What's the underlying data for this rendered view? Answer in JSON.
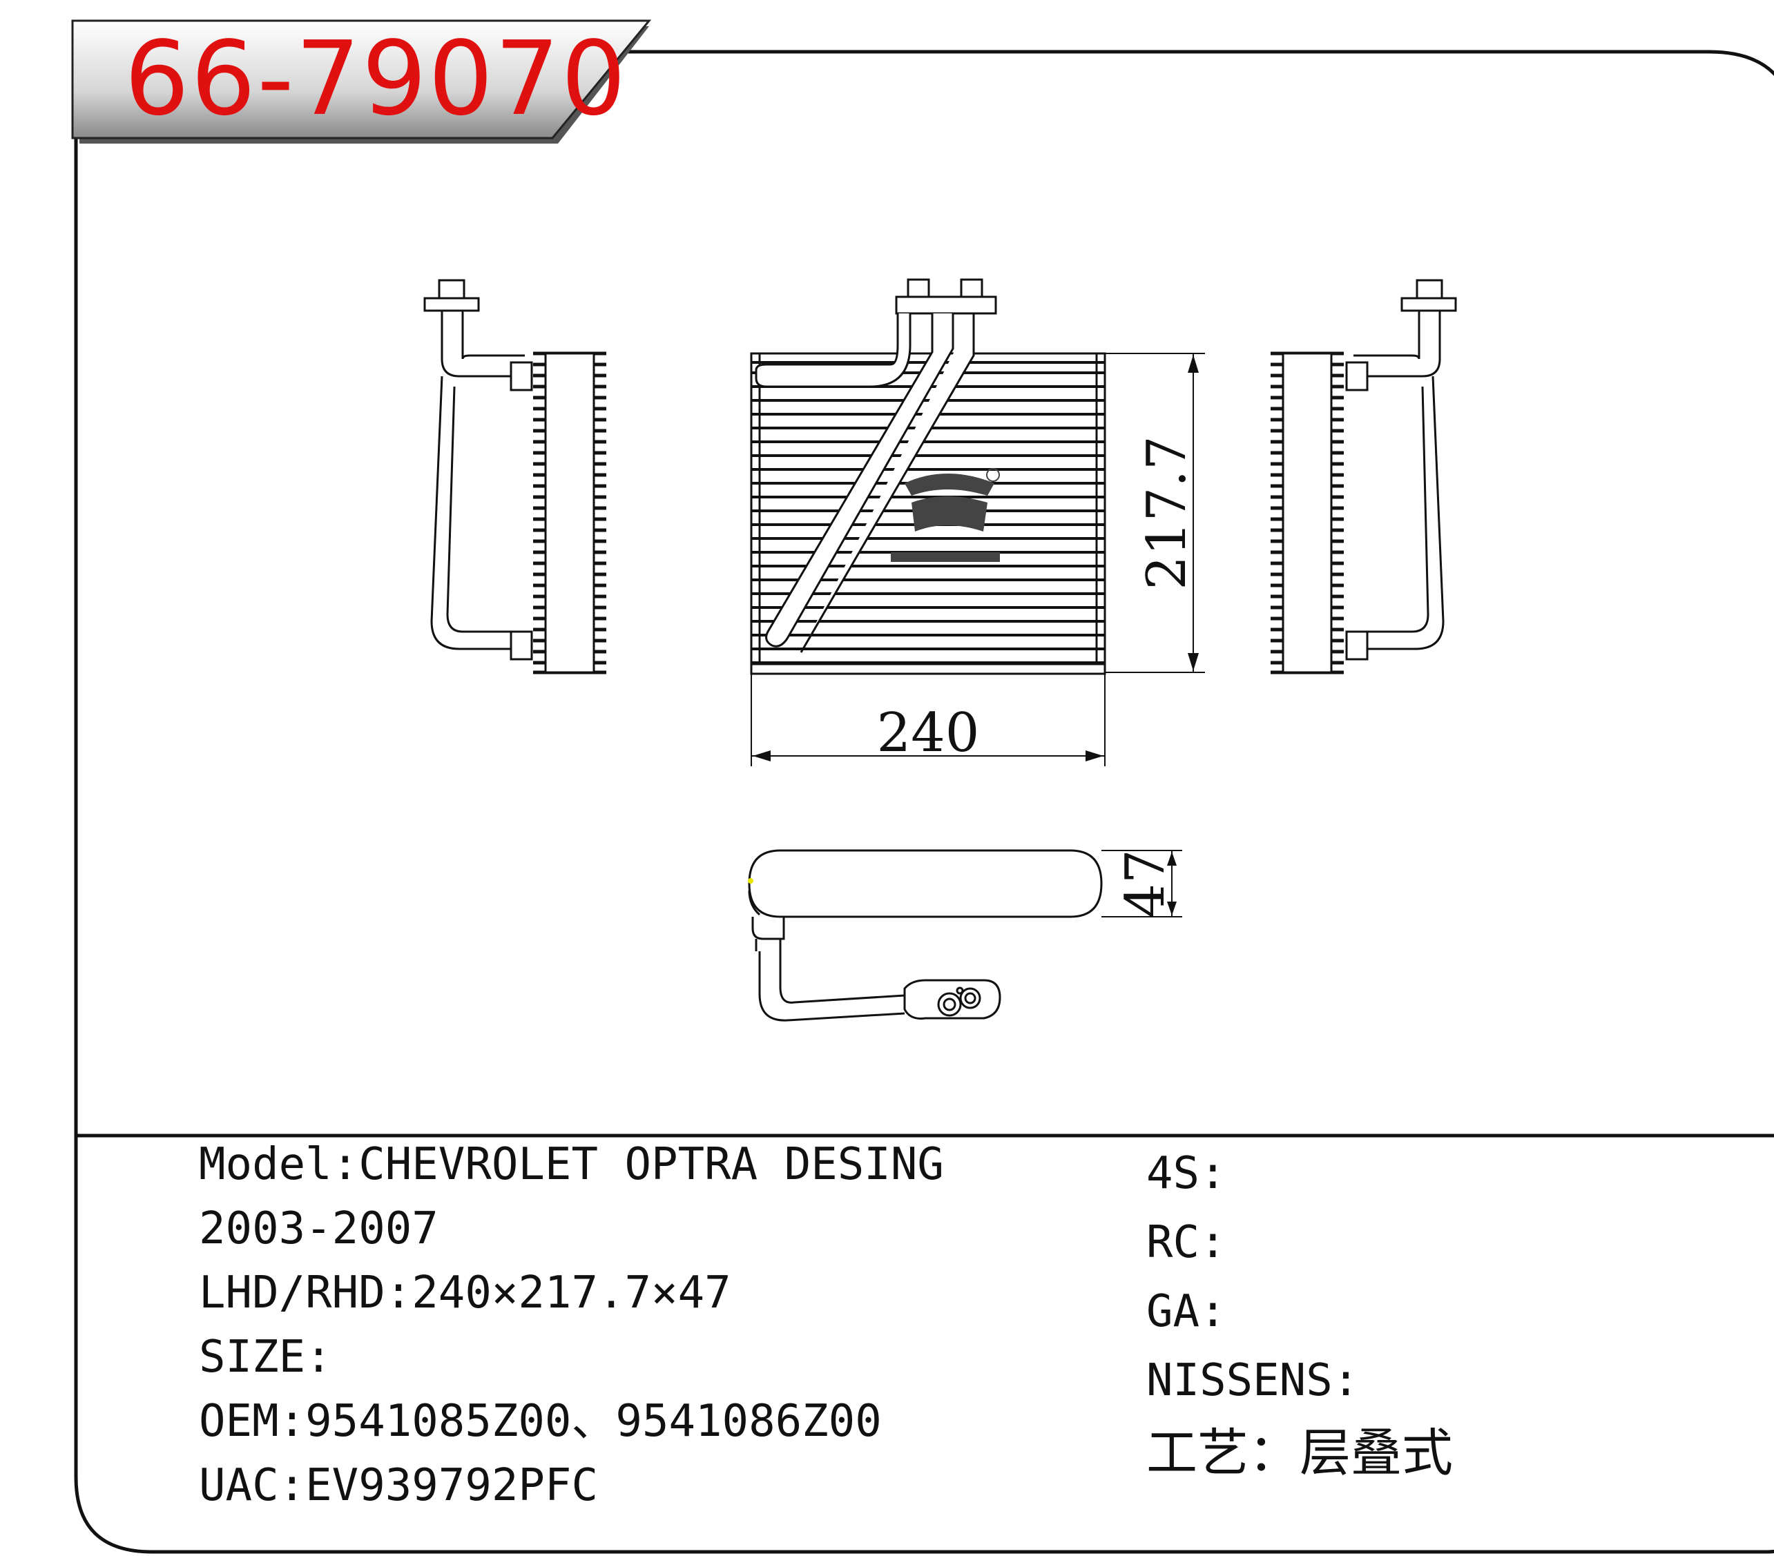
{
  "part_number": "66-79070",
  "dimensions": {
    "width": "240",
    "height": "217.7",
    "depth": "47"
  },
  "specs": {
    "model_label": "Model:",
    "model_value": "CHEVROLET OPTRA DESING",
    "years": "2003-2007",
    "lhd_rhd_label": "LHD/RHD:",
    "lhd_rhd_value": "240×217.7×47",
    "size_label": "SIZE:",
    "oem_label": "OEM:",
    "oem_value": "9541085Z00、9541086Z00",
    "uac_label": "UAC:",
    "uac_value": "EV939792PFC"
  },
  "refs": {
    "s4_label": "4S:",
    "rc_label": "RC:",
    "ga_label": "GA:",
    "nissens_label": "NISSENS:",
    "craft_label": "工艺：",
    "craft_value": "层叠式"
  },
  "colors": {
    "part_number": "#e01010",
    "line": "#111111",
    "tab_fill": "#dcdcdc"
  }
}
